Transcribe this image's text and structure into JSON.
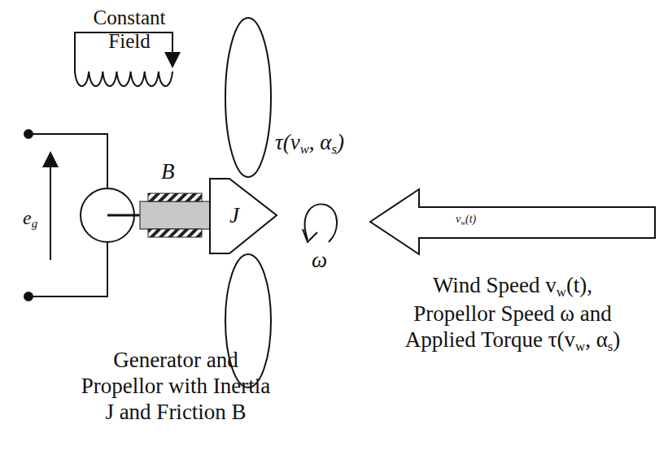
{
  "diagram": {
    "labels": [
      "Constant Field",
      "e",
      "g",
      "B",
      "J",
      "τ(v",
      "w",
      ", α",
      "s",
      ")",
      "ω",
      "v",
      "w",
      "(t)",
      "Generator and Propellor with Inertia J and Friction B",
      "Wind Speed v",
      "w",
      "(t),",
      "Propellor Speed ω and",
      "Applied Torque τ(v",
      "w",
      ", α",
      "s",
      ")"
    ]
  }
}
